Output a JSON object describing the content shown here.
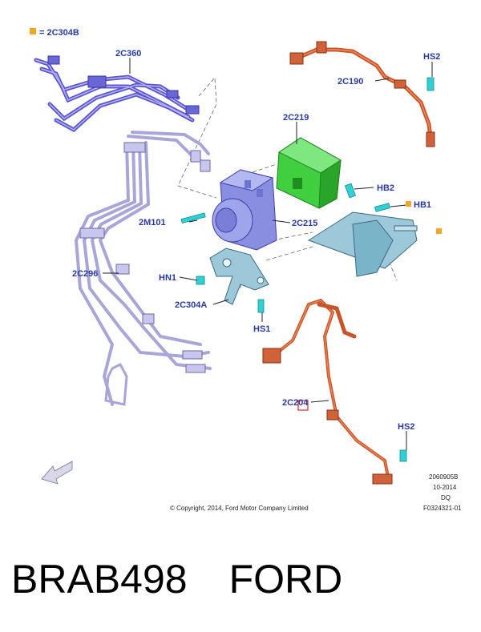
{
  "legend": {
    "symbol_color": "#f5a623",
    "text": "= 2C304B"
  },
  "callouts": {
    "c2C360": "2C360",
    "c2C190": "2C190",
    "hs2_top": "HS2",
    "c2C219": "2C219",
    "hb2": "HB2",
    "hb1": "HB1",
    "c2M101": "2M101",
    "c2C215": "2C215",
    "c2C296": "2C296",
    "hn1": "HN1",
    "c2C304A": "2C304A",
    "hs1": "HS1",
    "c2C204": "2C204",
    "hs2_bottom": "HS2"
  },
  "meta": {
    "line1": "2060905B",
    "line2": "10-2014",
    "line3": "DQ",
    "line4": "F0324321-01"
  },
  "copyright": "© Copyright, 2014, Ford Motor Company Limited",
  "footer": {
    "part_number": "BRAB498",
    "brand": "FORD"
  },
  "colors": {
    "label_blue": "#2a3a9a",
    "brake_tube_purple": "#5a55d0",
    "sensor_orange": "#c8552a",
    "module_green": "#3fcf3f",
    "pump_blue": "#8a8ee0",
    "bracket_teal": "#7ab4c8",
    "fastener_cyan": "#2fd1d6"
  }
}
